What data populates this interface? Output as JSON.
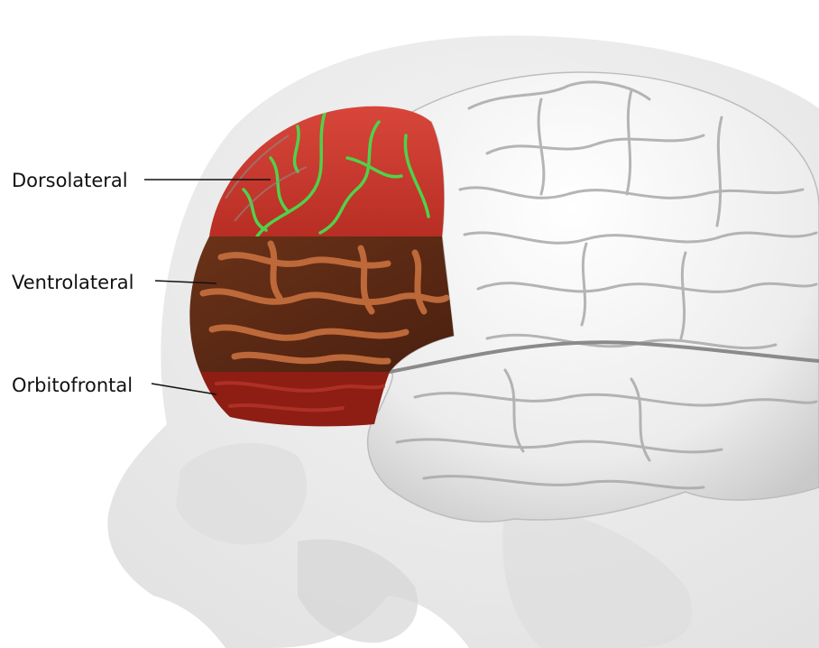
{
  "labels": {
    "dorsolateral": "Dorsolateral",
    "ventrolateral": "Ventrolateral",
    "orbitofrontal": "Orbitofrontal"
  },
  "colors": {
    "dorsolateral_region": "#c8352b",
    "ventrolateral_region": "#5a2a16",
    "orbitofrontal_region": "#8e1d14",
    "sulcus_highlight": "#4fd24a",
    "brain": "#f2f2f2",
    "skull": "#e6e6e6",
    "label_text": "#111111"
  },
  "icons": [
    "brain-illustration",
    "skull-illustration"
  ]
}
